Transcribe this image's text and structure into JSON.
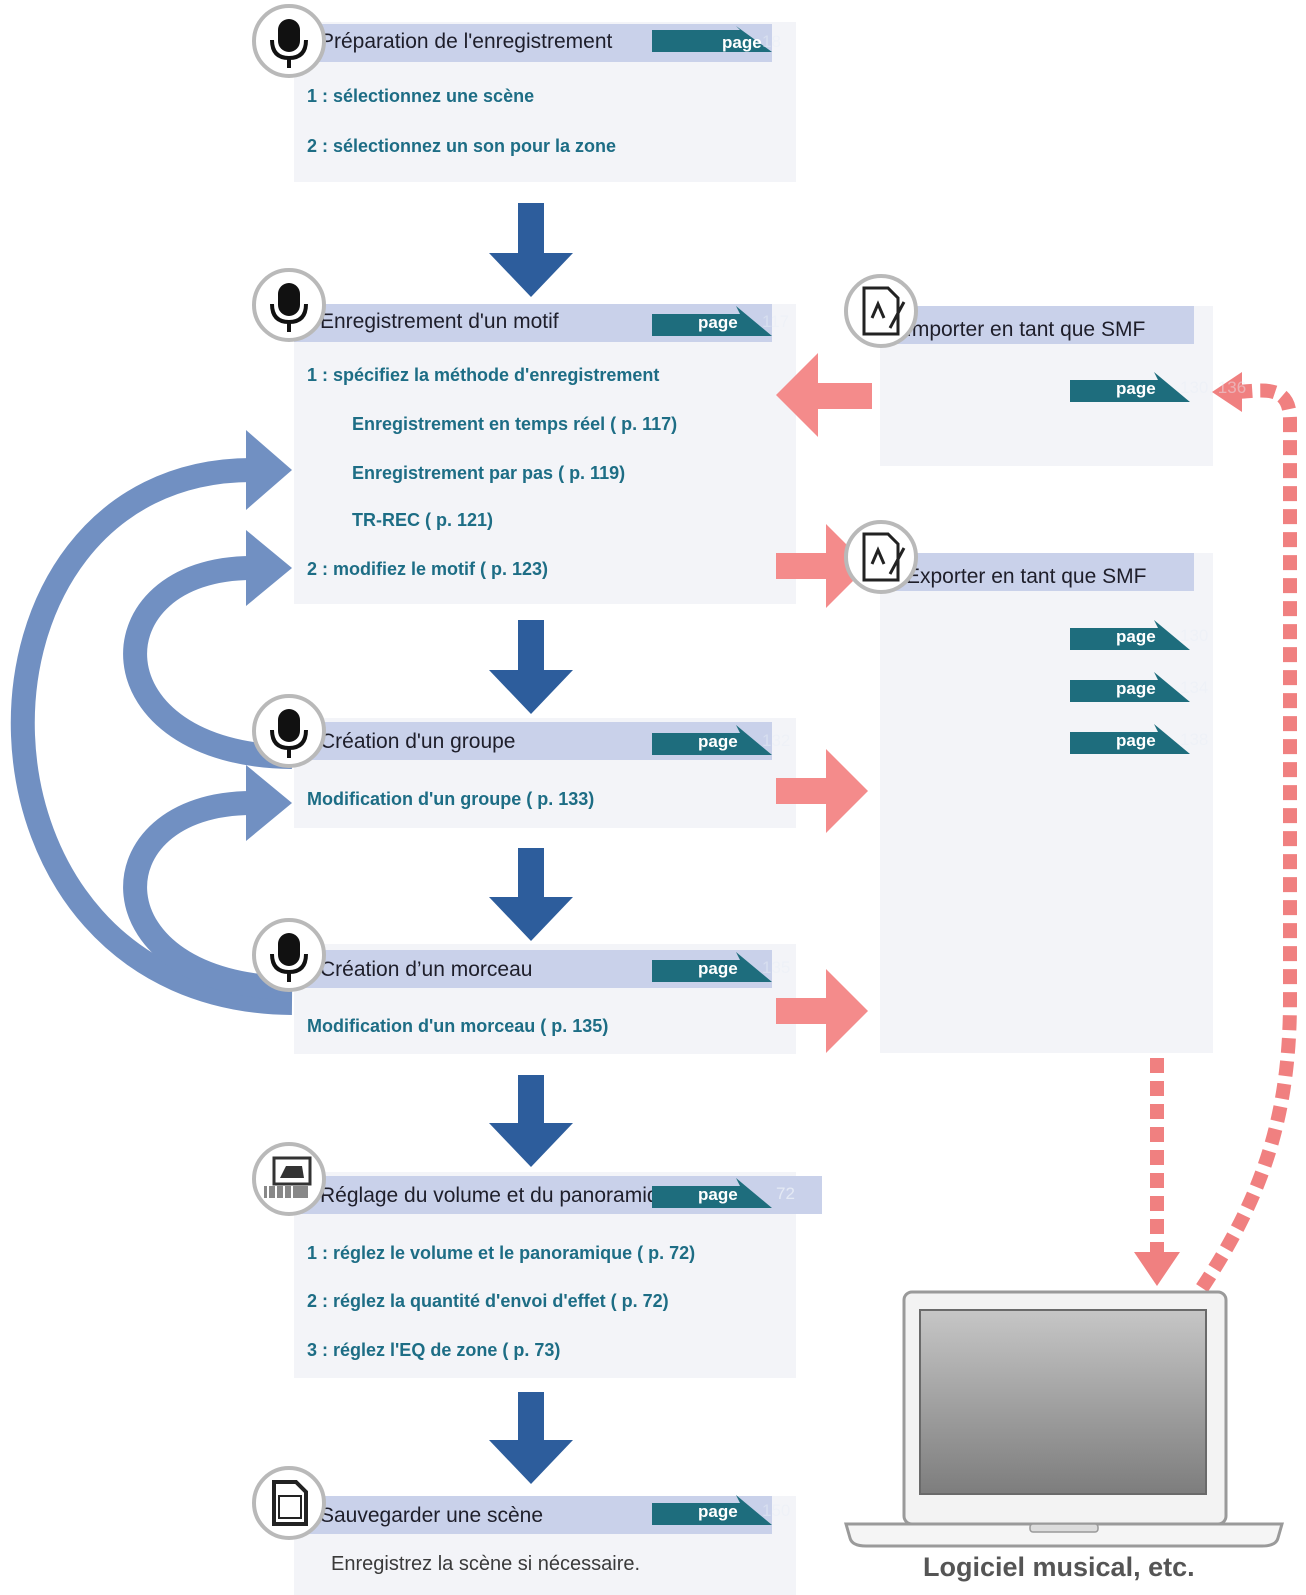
{
  "colors": {
    "flow_arrow": "#2d5d9c",
    "loop_arrow": "#7190c2",
    "export_arrow": "#f48b8b",
    "dashed": "#f08080",
    "badge": "#1e6d7d",
    "title_bar": "#c9d1ea",
    "step_text": "#1d6d85"
  },
  "badge_label": "page",
  "sections": {
    "prep": {
      "title": "Préparation de l'enregistrement",
      "page": "18",
      "icon": "microphone-icon",
      "steps": [
        "1 : sélectionnez une scène",
        "2 : sélectionnez un son pour la zone"
      ]
    },
    "pattern": {
      "title": "Enregistrement d'un motif",
      "page": "117",
      "icon": "microphone-icon",
      "step1": "1 : spécifiez la méthode d'enregistrement",
      "methods": [
        "Enregistrement en temps réel ( p. 117)",
        "Enregistrement par pas ( p. 119)",
        "TR-REC ( p. 121)"
      ],
      "step2": "2 : modifiez le motif ( p. 123)"
    },
    "group": {
      "title": "Création d'un groupe",
      "page": "132",
      "icon": "microphone-icon",
      "edit": "Modification d'un groupe ( p. 133)"
    },
    "song": {
      "title": "Création d’un morceau",
      "page": "135",
      "icon": "microphone-icon",
      "edit": "Modification d'un morceau ( p. 135)"
    },
    "mix": {
      "title": "Réglage du volume et du panoramique",
      "page": "72",
      "icon": "mixer-icon",
      "steps": [
        "1 : réglez le volume et le panoramique ( p. 72)",
        "2 : réglez la quantité d'envoi d'effet ( p. 72)",
        "3 : réglez l'EQ de zone ( p. 73)"
      ]
    },
    "save": {
      "title": "Sauvegarder une scène",
      "page": "150",
      "icon": "sd-card-icon",
      "note": "Enregistrez la scène si nécessaire."
    }
  },
  "smf": {
    "import": {
      "title": "Importer en tant que SMF",
      "page": "130, 136",
      "icon": "smf-file-icon"
    },
    "export": {
      "title": "Exporter en tant que SMF",
      "pages": [
        "130",
        "134",
        "138"
      ],
      "icon": "smf-file-icon"
    }
  },
  "computer": {
    "label": "Logiciel musical, etc.",
    "icon": "laptop-icon"
  }
}
